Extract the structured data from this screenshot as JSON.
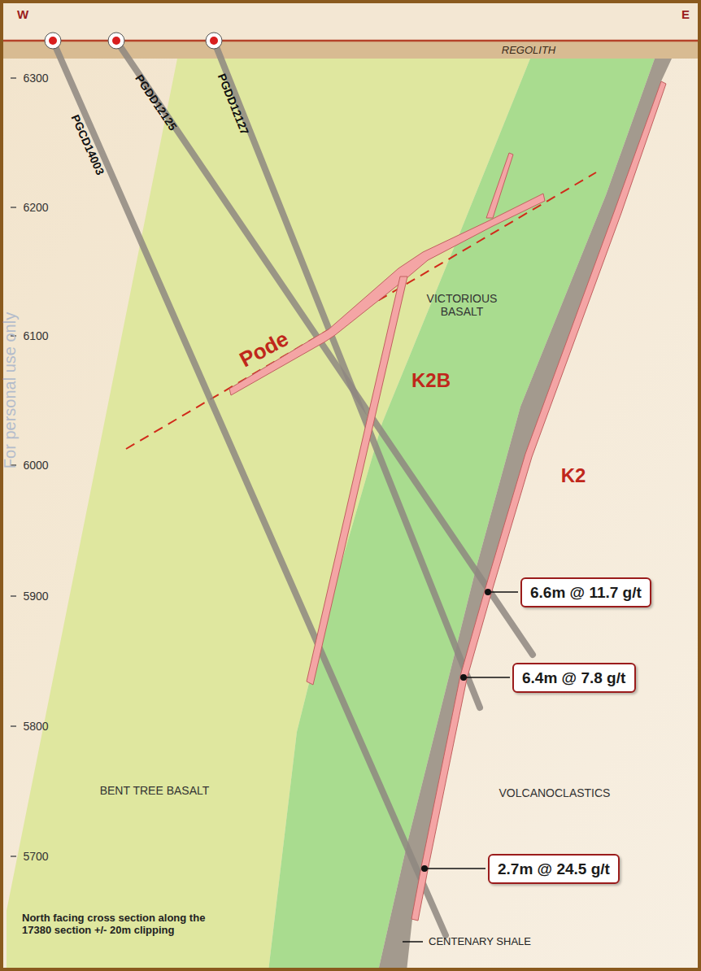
{
  "diagram": {
    "nodes": [
      {
        "text": [
          "6.6m @ 11.7 g/t"
        ]
      },
      {
        "text": [
          "6.4m @ 7.8 g/t"
        ]
      },
      {
        "text": [
          "2.7m @ 24.5 g/t"
        ]
      }
    ],
    "labels": [
      "W",
      "E",
      "REGOLITH",
      "6300",
      "6200",
      "6100",
      "6000",
      "5900",
      "5800",
      "5700",
      "PGCD14003",
      "PGDD12125",
      "PGDD12127",
      "Pode",
      "K2B",
      "K2",
      "VICTORIOUS BASALT",
      "BENT TREE BASALT",
      "VOLCANOCLASTICS",
      "CENTENARY SHALE",
      "North facing cross section along the 17380 section +/- 20m clipping",
      "For personal use only"
    ]
  }
}
